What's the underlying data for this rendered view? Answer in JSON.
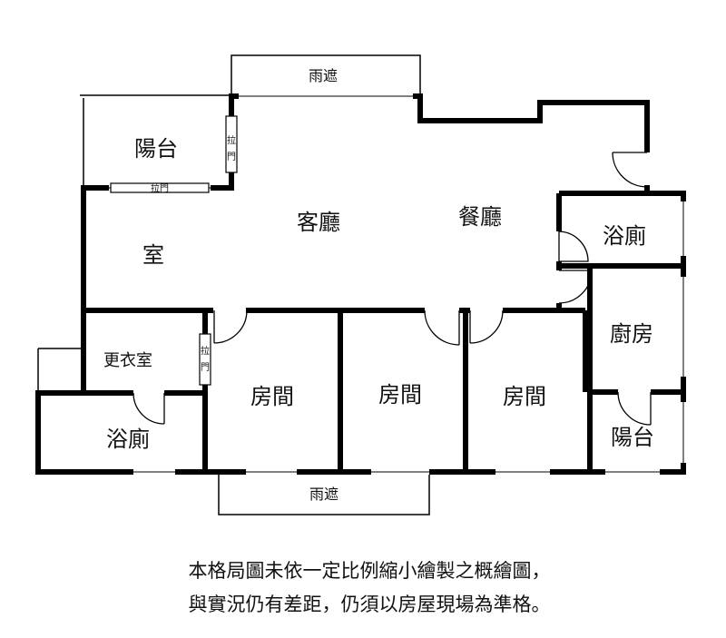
{
  "plan": {
    "canopy_top": "雨遮",
    "canopy_bottom": "雨遮",
    "balcony_top": "陽台",
    "sliding_door_vertical": "拉門",
    "sliding_door_horizontal": "拉門",
    "living_room": "客廳",
    "dining_room": "餐廳",
    "room_left": "室",
    "bath_right": "浴廁",
    "kitchen": "廚房",
    "dressing_room": "更衣室",
    "sliding_door_dressing": "拉門",
    "bedroom_1": "房間",
    "bedroom_2": "房間",
    "bedroom_3": "房間",
    "bath_left": "浴廁",
    "balcony_right": "陽台"
  },
  "note": {
    "line1": "本格局圖未依一定比例縮小繪製之概繪圖，",
    "line2": "與實況仍有差距，仍須以房屋現場為準格。"
  }
}
